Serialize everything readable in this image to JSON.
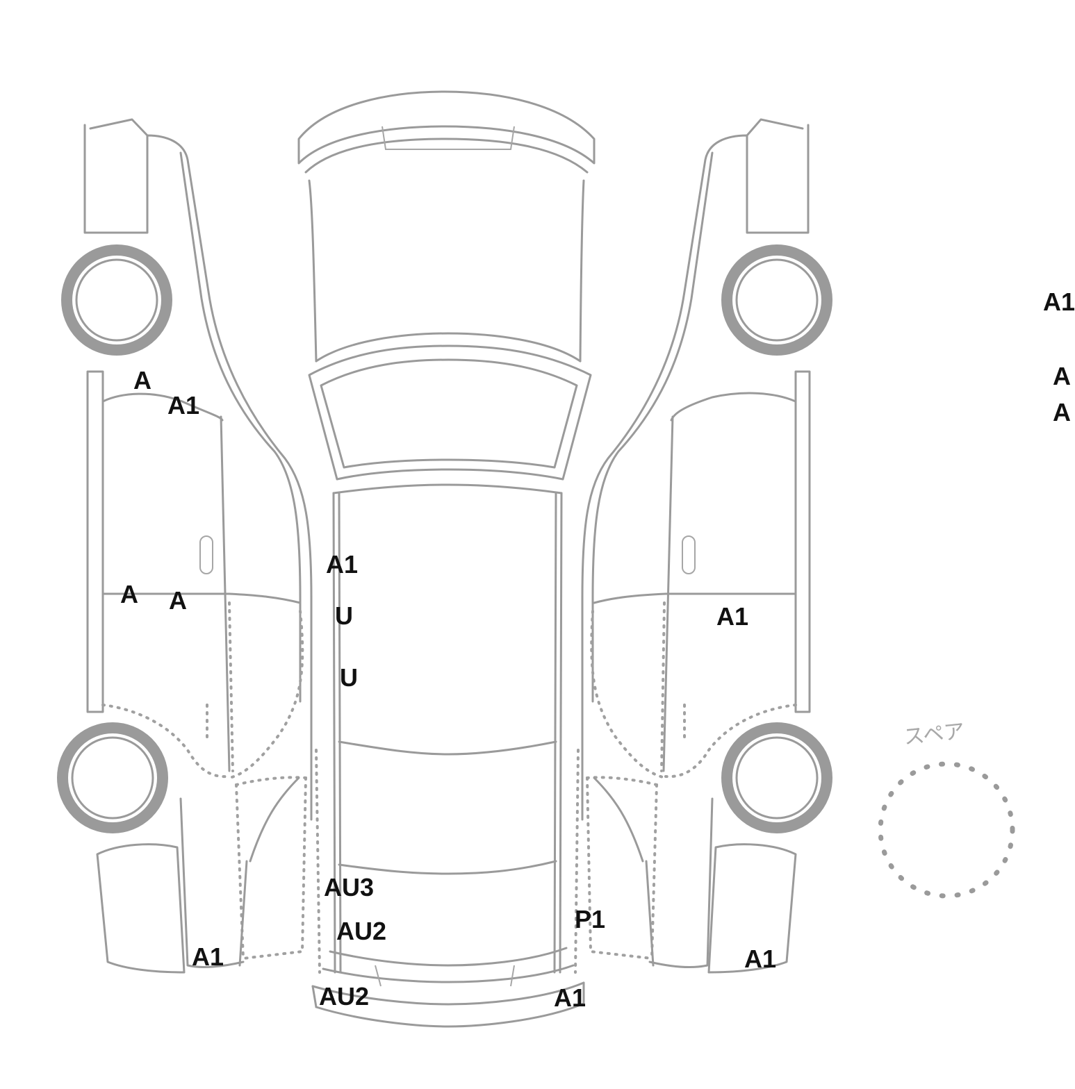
{
  "spare": {
    "label": "スペア"
  },
  "markers": [
    {
      "id": "left-front-pillar",
      "text": "A"
    },
    {
      "id": "left-front-roof",
      "text": "A1"
    },
    {
      "id": "left-front-door-low",
      "text": "A"
    },
    {
      "id": "left-front-door-mid",
      "text": "A"
    },
    {
      "id": "left-rear-quarter",
      "text": "A1"
    },
    {
      "id": "top-windshield",
      "text": "A1"
    },
    {
      "id": "top-roof-upper",
      "text": "U"
    },
    {
      "id": "top-roof-lower",
      "text": "U"
    },
    {
      "id": "top-trunk",
      "text": "AU3"
    },
    {
      "id": "top-rear-panel",
      "text": "AU2"
    },
    {
      "id": "top-rear-bumper-left",
      "text": "AU2"
    },
    {
      "id": "top-rear-bumper-right",
      "text": "A1"
    },
    {
      "id": "right-quarter-edge",
      "text": "P1"
    },
    {
      "id": "right-door",
      "text": "A1"
    },
    {
      "id": "right-rear-quarter",
      "text": "A1"
    },
    {
      "id": "edge-upper",
      "text": "A1"
    },
    {
      "id": "edge-middle",
      "text": "A"
    },
    {
      "id": "edge-lower",
      "text": "A"
    }
  ]
}
